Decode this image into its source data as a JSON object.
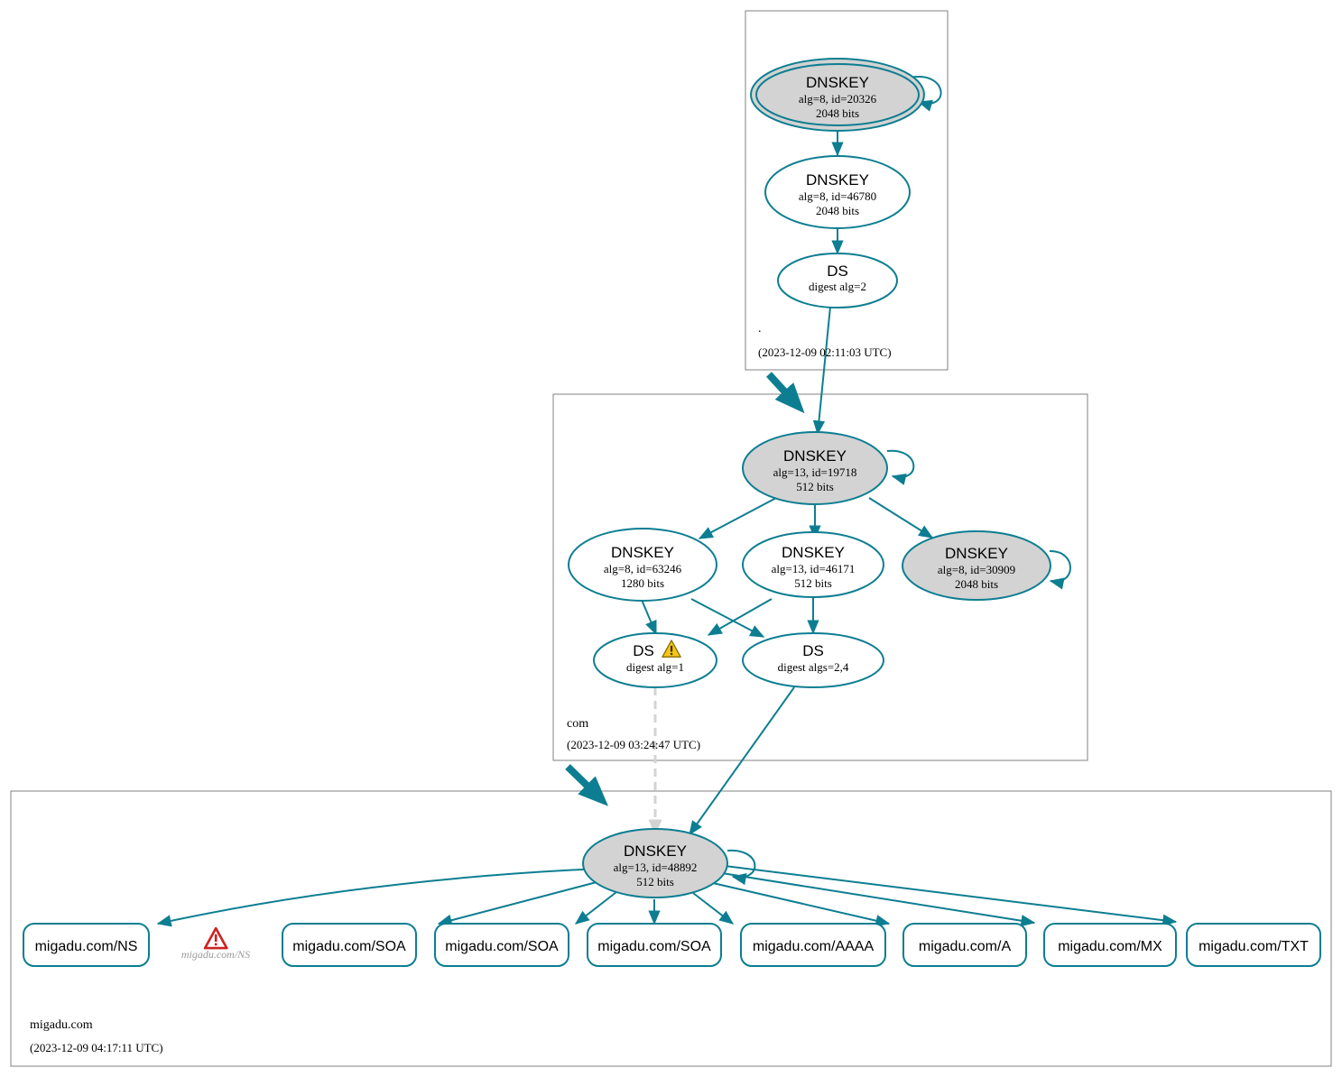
{
  "diagram": {
    "title": "DNSSEC Authentication Chain",
    "colors": {
      "edge": "#0d7e91",
      "node_border": "#0d7e91",
      "secure_fill": "#d3d3d3",
      "plain_fill": "#ffffff",
      "zone_border": "#808080",
      "dashed_edge": "#d3d3d3",
      "warning_yellow": "#f5c518",
      "error_red": "#cc2222",
      "error_label": "#999999"
    }
  },
  "zones": [
    {
      "id": "root",
      "name": ".",
      "timestamp": "(2023-12-09 02:11:03 UTC)",
      "nodes": [
        {
          "id": "root-ksk",
          "kind": "DNSKEY",
          "title": "DNSKEY",
          "line2": "alg=8, id=20326",
          "line3": "2048 bits",
          "alg": 8,
          "key_id": 20326,
          "bits": 2048,
          "trust_anchor": true,
          "secure": true,
          "self_signed": true
        },
        {
          "id": "root-zsk",
          "kind": "DNSKEY",
          "title": "DNSKEY",
          "line2": "alg=8, id=46780",
          "line3": "2048 bits",
          "alg": 8,
          "key_id": 46780,
          "bits": 2048,
          "trust_anchor": false,
          "secure": false,
          "self_signed": false
        },
        {
          "id": "root-ds-com",
          "kind": "DS",
          "title": "DS",
          "line2": "digest alg=2",
          "line3": "",
          "digest_algs": "2",
          "secure": false,
          "warning": false
        }
      ]
    },
    {
      "id": "com",
      "name": "com",
      "timestamp": "(2023-12-09 03:24:47 UTC)",
      "nodes": [
        {
          "id": "com-ksk",
          "kind": "DNSKEY",
          "title": "DNSKEY",
          "line2": "alg=13, id=19718",
          "line3": "512 bits",
          "alg": 13,
          "key_id": 19718,
          "bits": 512,
          "trust_anchor": false,
          "secure": true,
          "self_signed": true
        },
        {
          "id": "com-key-63246",
          "kind": "DNSKEY",
          "title": "DNSKEY",
          "line2": "alg=8, id=63246",
          "line3": "1280 bits",
          "alg": 8,
          "key_id": 63246,
          "bits": 1280,
          "trust_anchor": false,
          "secure": false,
          "self_signed": false
        },
        {
          "id": "com-key-46171",
          "kind": "DNSKEY",
          "title": "DNSKEY",
          "line2": "alg=13, id=46171",
          "line3": "512 bits",
          "alg": 13,
          "key_id": 46171,
          "bits": 512,
          "trust_anchor": false,
          "secure": false,
          "self_signed": false
        },
        {
          "id": "com-key-30909",
          "kind": "DNSKEY",
          "title": "DNSKEY",
          "line2": "alg=8, id=30909",
          "line3": "2048 bits",
          "alg": 8,
          "key_id": 30909,
          "bits": 2048,
          "trust_anchor": false,
          "secure": true,
          "self_signed": true
        },
        {
          "id": "com-ds-1",
          "kind": "DS",
          "title": "DS",
          "line2": "digest alg=1",
          "line3": "",
          "digest_algs": "1",
          "secure": false,
          "warning": true,
          "warning_icon": "warning-triangle-icon"
        },
        {
          "id": "com-ds-24",
          "kind": "DS",
          "title": "DS",
          "line2": "digest algs=2,4",
          "line3": "",
          "digest_algs": "2,4",
          "secure": false,
          "warning": false
        }
      ]
    },
    {
      "id": "migadu",
      "name": "migadu.com",
      "timestamp": "(2023-12-09 04:17:11 UTC)",
      "nodes": [
        {
          "id": "migadu-key",
          "kind": "DNSKEY",
          "title": "DNSKEY",
          "line2": "alg=13, id=48892",
          "line3": "512 bits",
          "alg": 13,
          "key_id": 48892,
          "bits": 512,
          "trust_anchor": false,
          "secure": true,
          "self_signed": true
        }
      ],
      "rrsets": [
        {
          "id": "rr-ns",
          "label": "migadu.com/NS"
        },
        {
          "id": "rr-soa-1",
          "label": "migadu.com/SOA"
        },
        {
          "id": "rr-soa-2",
          "label": "migadu.com/SOA"
        },
        {
          "id": "rr-soa-3",
          "label": "migadu.com/SOA"
        },
        {
          "id": "rr-aaaa",
          "label": "migadu.com/AAAA"
        },
        {
          "id": "rr-a",
          "label": "migadu.com/A"
        },
        {
          "id": "rr-mx",
          "label": "migadu.com/MX"
        },
        {
          "id": "rr-txt",
          "label": "migadu.com/TXT"
        }
      ],
      "errors": [
        {
          "id": "err-ns",
          "label": "migadu.com/NS",
          "icon": "error-triangle-icon"
        }
      ]
    }
  ]
}
